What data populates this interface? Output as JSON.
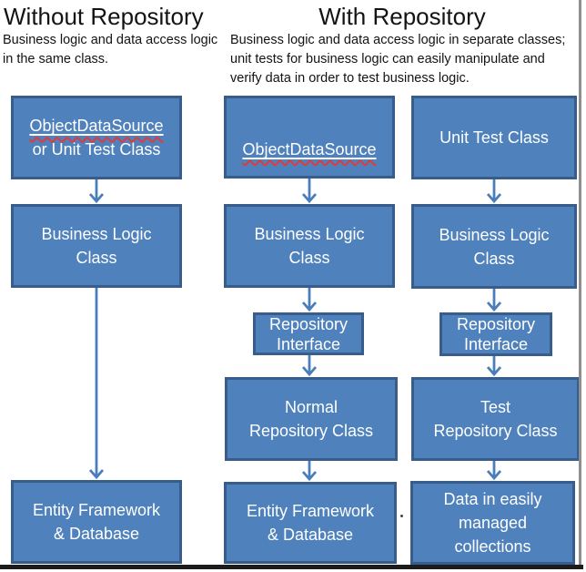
{
  "colors": {
    "box_fill": "#4f81bd",
    "box_border": "#385d8a",
    "arrow": "#4a7ebb",
    "text_on_box": "#ffffff",
    "heading_text": "#131313",
    "squiggle": "#e03a3a",
    "frame_right": "#8f8f8f",
    "frame_bottom": "#1c1c1c"
  },
  "headers": {
    "without": {
      "title": "Without Repository",
      "description": [
        "Business logic and data access logic",
        "in the same class."
      ]
    },
    "with": {
      "title": "With Repository",
      "description": [
        "Business logic and data access logic in separate classes;",
        "unit tests for business logic can easily manipulate and",
        "verify data in order to test business logic."
      ]
    }
  },
  "boxes": {
    "left_source": {
      "underlined": "ObjectDataSource",
      "rest": "or Unit Test Class"
    },
    "left_business": [
      "Business Logic",
      "Class"
    ],
    "left_storage": [
      "Entity Framework",
      "& Database"
    ],
    "mid_source": {
      "underlined": "ObjectDataSource"
    },
    "mid_business": [
      "Business Logic",
      "Class"
    ],
    "mid_interface": [
      "Repository",
      "Interface"
    ],
    "mid_repository": [
      "Normal",
      "Repository Class"
    ],
    "mid_storage": [
      "Entity Framework",
      "& Database"
    ],
    "right_source": [
      "Unit Test Class"
    ],
    "right_business": [
      "Business Logic",
      "Class"
    ],
    "right_interface": [
      "Repository",
      "Interface"
    ],
    "right_repository": [
      "Test",
      "Repository Class"
    ],
    "right_storage": [
      "Data in easily",
      "managed",
      "collections"
    ]
  }
}
